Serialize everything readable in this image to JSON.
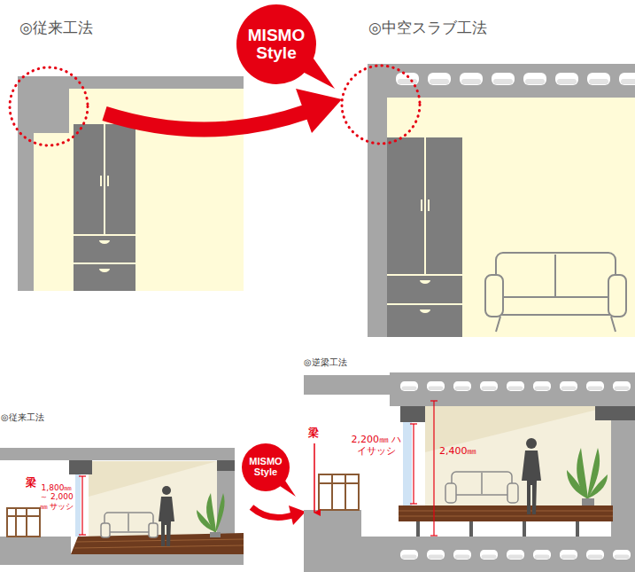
{
  "diagram": {
    "nodes": [
      {
        "text": [
          "MISMO Style"
        ]
      },
      {
        "text": [
          "MISMO Style"
        ]
      }
    ],
    "labels": [
      "◎従来工法",
      "◎中空スラブ工法",
      "◎従来工法",
      "梁",
      "1,800㎜ ～ 2,000㎜ サッシ",
      "◎逆梁工法",
      "梁",
      "2,200㎜ ハイサッシ",
      "2,400㎜"
    ]
  }
}
